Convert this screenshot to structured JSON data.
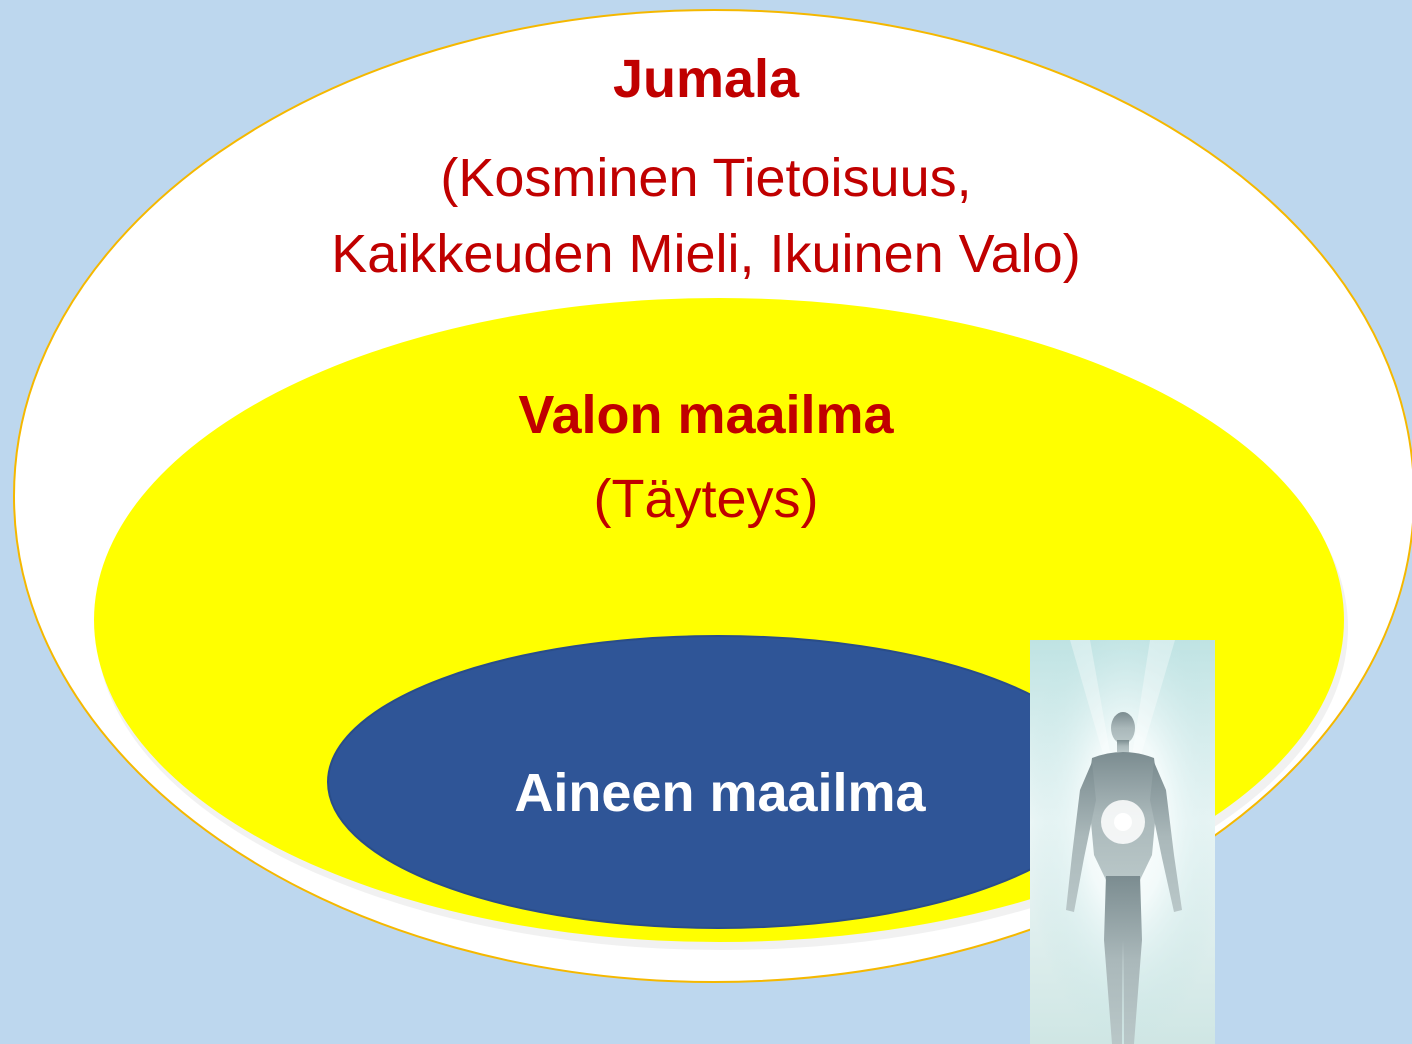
{
  "colors": {
    "background": "#bdd7ee",
    "outer_fill": "#ffffff",
    "outer_stroke": "#f5b800",
    "middle_fill": "#ffff00",
    "inner_fill": "#2f5597",
    "text_red": "#c00000",
    "text_white": "#ffffff"
  },
  "outer": {
    "title": "Jumala",
    "subtitle_line1": "(Kosminen Tietoisuus,",
    "subtitle_line2": "Kaikkeuden Mieli, Ikuinen Valo)"
  },
  "middle": {
    "title": "Valon maailma",
    "subtitle": "(Täyteys)"
  },
  "inner": {
    "title": "Aineen maailma"
  },
  "image": {
    "icon": "human-figure-in-light-icon"
  }
}
